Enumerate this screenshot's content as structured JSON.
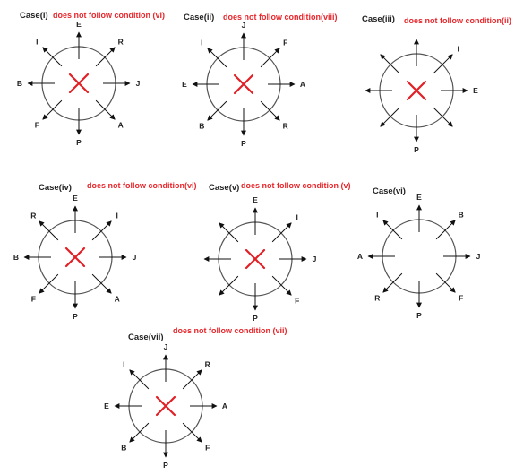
{
  "cases": [
    {
      "title": "Case(i)",
      "condition": "does not follow condition (vi)",
      "crossed": true,
      "directions": [
        {
          "label": "E",
          "dir": "N"
        },
        {
          "label": "R",
          "dir": "NE"
        },
        {
          "label": "J",
          "dir": "E"
        },
        {
          "label": "A",
          "dir": "SE"
        },
        {
          "label": "P",
          "dir": "S"
        },
        {
          "label": "F",
          "dir": "SW"
        },
        {
          "label": "B",
          "dir": "W"
        },
        {
          "label": "I",
          "dir": "NW"
        }
      ]
    },
    {
      "title": "Case(ii)",
      "condition": "does not follow condition(viii)",
      "crossed": true,
      "directions": [
        {
          "label": "J",
          "dir": "N"
        },
        {
          "label": "F",
          "dir": "NE"
        },
        {
          "label": "A",
          "dir": "E"
        },
        {
          "label": "R",
          "dir": "SE"
        },
        {
          "label": "P",
          "dir": "S"
        },
        {
          "label": "B",
          "dir": "SW"
        },
        {
          "label": "E",
          "dir": "W"
        },
        {
          "label": "I",
          "dir": "NW"
        }
      ]
    },
    {
      "title": "Case(iii)",
      "condition": "does not follow condition(ii)",
      "crossed": true,
      "directions": [
        {
          "label": "",
          "dir": "N"
        },
        {
          "label": "I",
          "dir": "NE"
        },
        {
          "label": "E",
          "dir": "E"
        },
        {
          "label": "",
          "dir": "SE"
        },
        {
          "label": "P",
          "dir": "S"
        },
        {
          "label": "",
          "dir": "SW"
        },
        {
          "label": "",
          "dir": "W"
        },
        {
          "label": "",
          "dir": "NW"
        }
      ]
    },
    {
      "title": "Case(iv)",
      "condition": "does not follow condition(vi)",
      "crossed": true,
      "directions": [
        {
          "label": "E",
          "dir": "N"
        },
        {
          "label": "I",
          "dir": "NE"
        },
        {
          "label": "J",
          "dir": "E"
        },
        {
          "label": "A",
          "dir": "SE"
        },
        {
          "label": "P",
          "dir": "S"
        },
        {
          "label": "F",
          "dir": "SW"
        },
        {
          "label": "B",
          "dir": "W"
        },
        {
          "label": "R",
          "dir": "NW"
        }
      ]
    },
    {
      "title": "Case(v)",
      "condition": "does not follow condition (v)",
      "crossed": true,
      "directions": [
        {
          "label": "E",
          "dir": "N"
        },
        {
          "label": "I",
          "dir": "NE"
        },
        {
          "label": "J",
          "dir": "E"
        },
        {
          "label": "F",
          "dir": "SE"
        },
        {
          "label": "P",
          "dir": "S"
        },
        {
          "label": "",
          "dir": "SW"
        },
        {
          "label": "",
          "dir": "W"
        },
        {
          "label": "",
          "dir": "NW"
        }
      ]
    },
    {
      "title": "Case(vi)",
      "condition": "",
      "crossed": false,
      "directions": [
        {
          "label": "E",
          "dir": "N"
        },
        {
          "label": "B",
          "dir": "NE"
        },
        {
          "label": "J",
          "dir": "E"
        },
        {
          "label": "F",
          "dir": "SE"
        },
        {
          "label": "P",
          "dir": "S"
        },
        {
          "label": "R",
          "dir": "SW"
        },
        {
          "label": "A",
          "dir": "W"
        },
        {
          "label": "I",
          "dir": "NW"
        }
      ]
    },
    {
      "title": "Case(vii)",
      "condition": "does not follow condition (vii)",
      "crossed": true,
      "directions": [
        {
          "label": "J",
          "dir": "N"
        },
        {
          "label": "R",
          "dir": "NE"
        },
        {
          "label": "A",
          "dir": "E"
        },
        {
          "label": "F",
          "dir": "SE"
        },
        {
          "label": "P",
          "dir": "S"
        },
        {
          "label": "B",
          "dir": "SW"
        },
        {
          "label": "E",
          "dir": "W"
        },
        {
          "label": "I",
          "dir": "NW"
        }
      ]
    }
  ],
  "colors": {
    "condition_text": "#e8262b",
    "cross": "#e21f26",
    "circle": "#555555",
    "arrow": "#111111"
  }
}
